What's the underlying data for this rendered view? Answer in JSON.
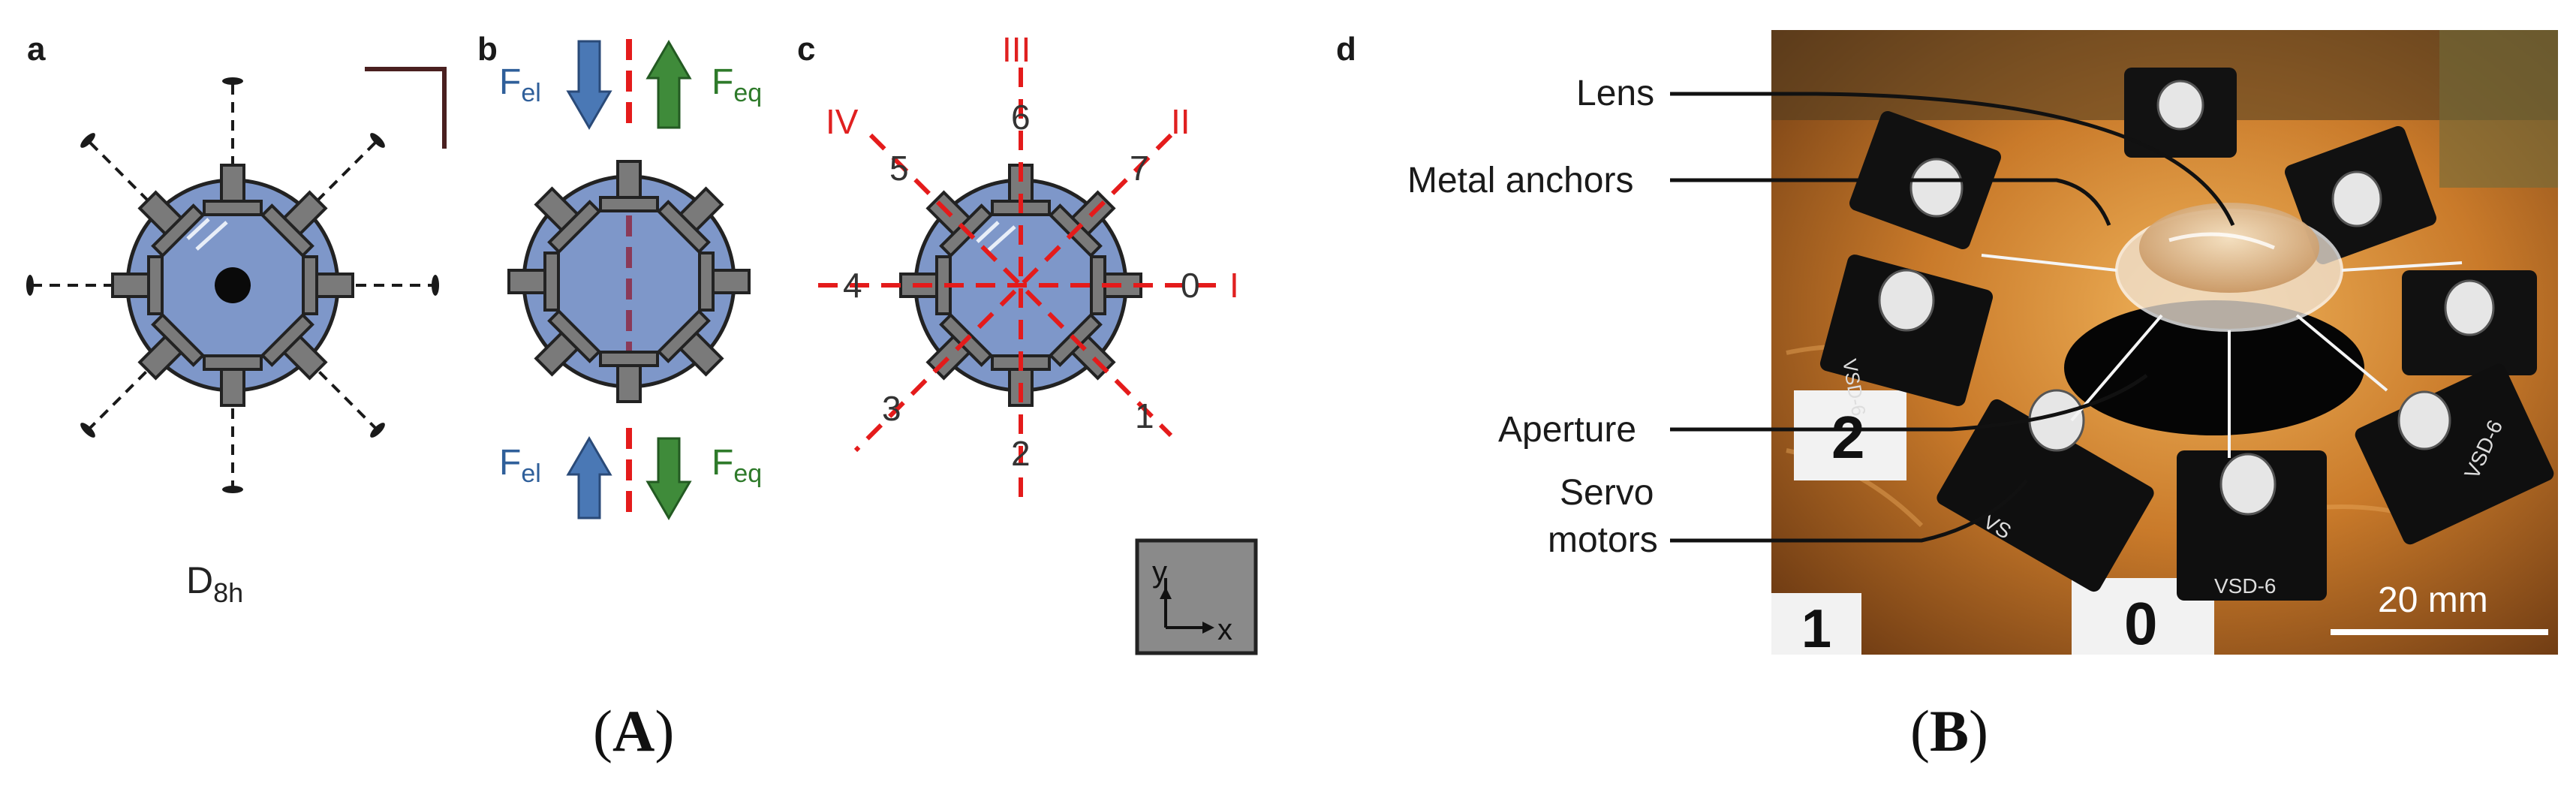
{
  "panels": {
    "a": {
      "letter": "a",
      "symmetry_main": "D",
      "symmetry_sub": "8h"
    },
    "b": {
      "letter": "b",
      "force_el_main": "F",
      "force_el_sub": "el",
      "force_eq_main": "F",
      "force_eq_sub": "eq"
    },
    "c": {
      "letter": "c",
      "anchor_numbers": [
        "0",
        "1",
        "2",
        "3",
        "4",
        "5",
        "6",
        "7"
      ],
      "axes_roman": [
        "I",
        "II",
        "III",
        "IV"
      ],
      "axis_y": "y",
      "axis_x": "x"
    },
    "d": {
      "letter": "d",
      "callouts": [
        "Lens",
        "Metal anchors",
        "Aperture",
        "Servo",
        "motors"
      ],
      "scale_bar": "20 mm",
      "board_labels": [
        "2",
        "1",
        "0"
      ],
      "servo_labels": [
        "VSD-6",
        "VSD-6",
        "VS",
        "VSD-6"
      ]
    }
  },
  "captions": {
    "left": {
      "open": "(",
      "letter": "A",
      "close": ")"
    },
    "right": {
      "open": "(",
      "letter": "B",
      "close": ")"
    }
  },
  "colors": {
    "lens_blue": "#7e97c9",
    "anchor_gray": "#7a7a7a",
    "red_axis": "#e41b1b",
    "arrow_blue": "#4a78b5",
    "arrow_green": "#3f8b3a",
    "photo_orange": "#c4762a"
  }
}
